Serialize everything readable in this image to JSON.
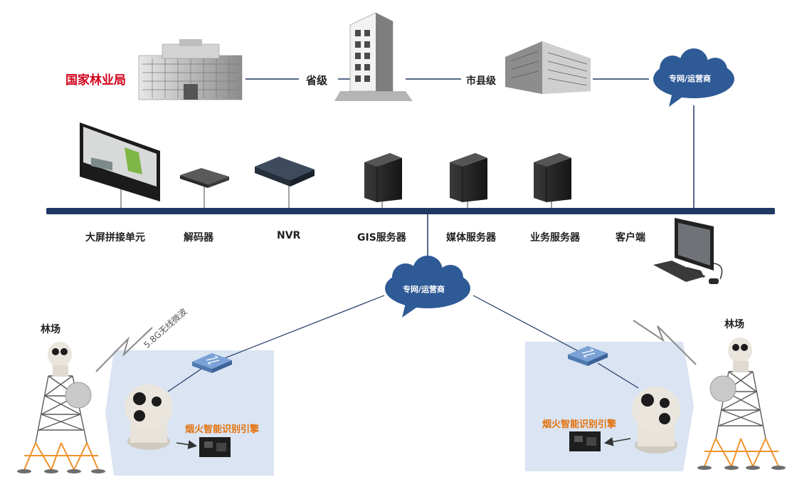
{
  "hierarchy": {
    "national": "国家林业局",
    "province": "省级",
    "city": "市县级",
    "cloud_top": "专网/运营商"
  },
  "devices": {
    "video_wall": "大屏拼接单元",
    "decoder": "解码器",
    "nvr": "NVR",
    "gis": "GIS服务器",
    "media": "媒体服务器",
    "business": "业务服务器",
    "client": "客户端"
  },
  "network": {
    "cloud_middle": "专网/运营商",
    "wireless": "5.8G无线微波"
  },
  "forest_left": {
    "label": "林场",
    "engine": "烟火智能识别引擎"
  },
  "forest_right": {
    "label": "林场",
    "engine": "烟火智能识别引擎"
  },
  "colors": {
    "bus": "#1f3864",
    "cloud": "#2e5a96",
    "panel": "#dae4f2",
    "label_red": "#d0021b",
    "label_orange": "#e4700a"
  }
}
